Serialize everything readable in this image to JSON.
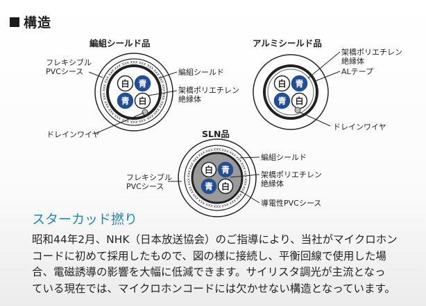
{
  "section": {
    "title": "構造"
  },
  "cables": {
    "braided": {
      "title": "編組シールド品",
      "labels": {
        "pvc_sheath": [
          "フレキシブル",
          "PVCシース"
        ],
        "shield": "編組シールド",
        "insulation": [
          "架橋ポリエチレン",
          "絶縁体"
        ],
        "drain": "ドレインワイヤ"
      }
    },
    "aluminum": {
      "title": "アルミシールド品",
      "labels": {
        "insulation": [
          "架橋ポリエチレン",
          "絶縁体"
        ],
        "tape": "ALテープ",
        "drain": "ドレインワイヤ"
      }
    },
    "sln": {
      "title": "SLN品",
      "labels": {
        "shield": "編組シールド",
        "pvc_sheath": [
          "フレキシブル",
          "PVCシース"
        ],
        "insulation": [
          "架橋ポリエチレン",
          "絶縁体"
        ],
        "conductive": "導電性PVCシース"
      }
    }
  },
  "conductors": {
    "white": "白",
    "blue": "青"
  },
  "braid_mark": "xxx",
  "colors": {
    "blue_conductor": "#1f4e9a",
    "accent_text": "#1e8cb0",
    "dark_ring": "#222222",
    "gray_fill": "#9a9a9a"
  },
  "subheading": "スターカッド撚り",
  "paragraph": [
    "昭和44年2月、NHK（日本放送協会）のご指導により、当社がマイクロホン",
    "コードに初めて採用したもので、図の様に接続し、平衡回線で使用した場",
    "合、電磁誘導の影響を大幅に低減できます。サイリスタ調光が主流となっ",
    "ている現在では、マイクロホンコードには欠かせない構造となっています。"
  ]
}
